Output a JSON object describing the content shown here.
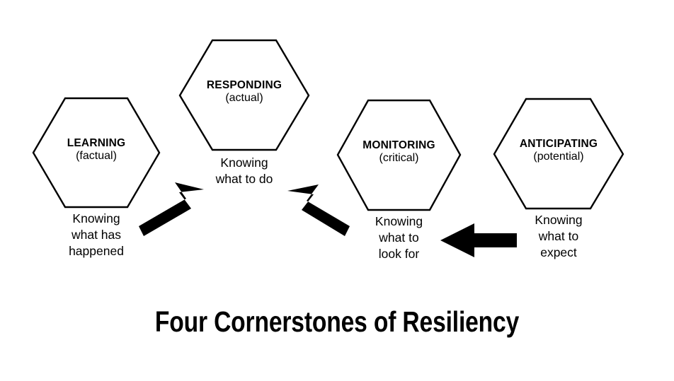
{
  "title": "Four Cornerstones of Resiliency",
  "colors": {
    "background": "#ffffff",
    "stroke": "#000000",
    "arrow": "#000000",
    "text": "#000000"
  },
  "nodes": [
    {
      "id": "learning",
      "title": "LEARNING",
      "subtitle": "(factual)",
      "caption": "Knowing\nwhat has\nhappened"
    },
    {
      "id": "responding",
      "title": "RESPONDING",
      "subtitle": "(actual)",
      "caption": "Knowing\nwhat to do"
    },
    {
      "id": "monitoring",
      "title": "MONITORING",
      "subtitle": "(critical)",
      "caption": "Knowing\nwhat to\nlook for"
    },
    {
      "id": "anticipating",
      "title": "ANTICIPATING",
      "subtitle": "(potential)",
      "caption": "Knowing\nwhat to\nexpect"
    }
  ],
  "arrows": [
    {
      "id": "learning-to-responding",
      "from": "learning",
      "to": "responding",
      "direction": "up-right"
    },
    {
      "id": "monitoring-to-responding",
      "from": "monitoring",
      "to": "responding",
      "direction": "up-left"
    },
    {
      "id": "anticipating-to-monitoring",
      "from": "anticipating",
      "to": "monitoring",
      "direction": "left"
    }
  ]
}
